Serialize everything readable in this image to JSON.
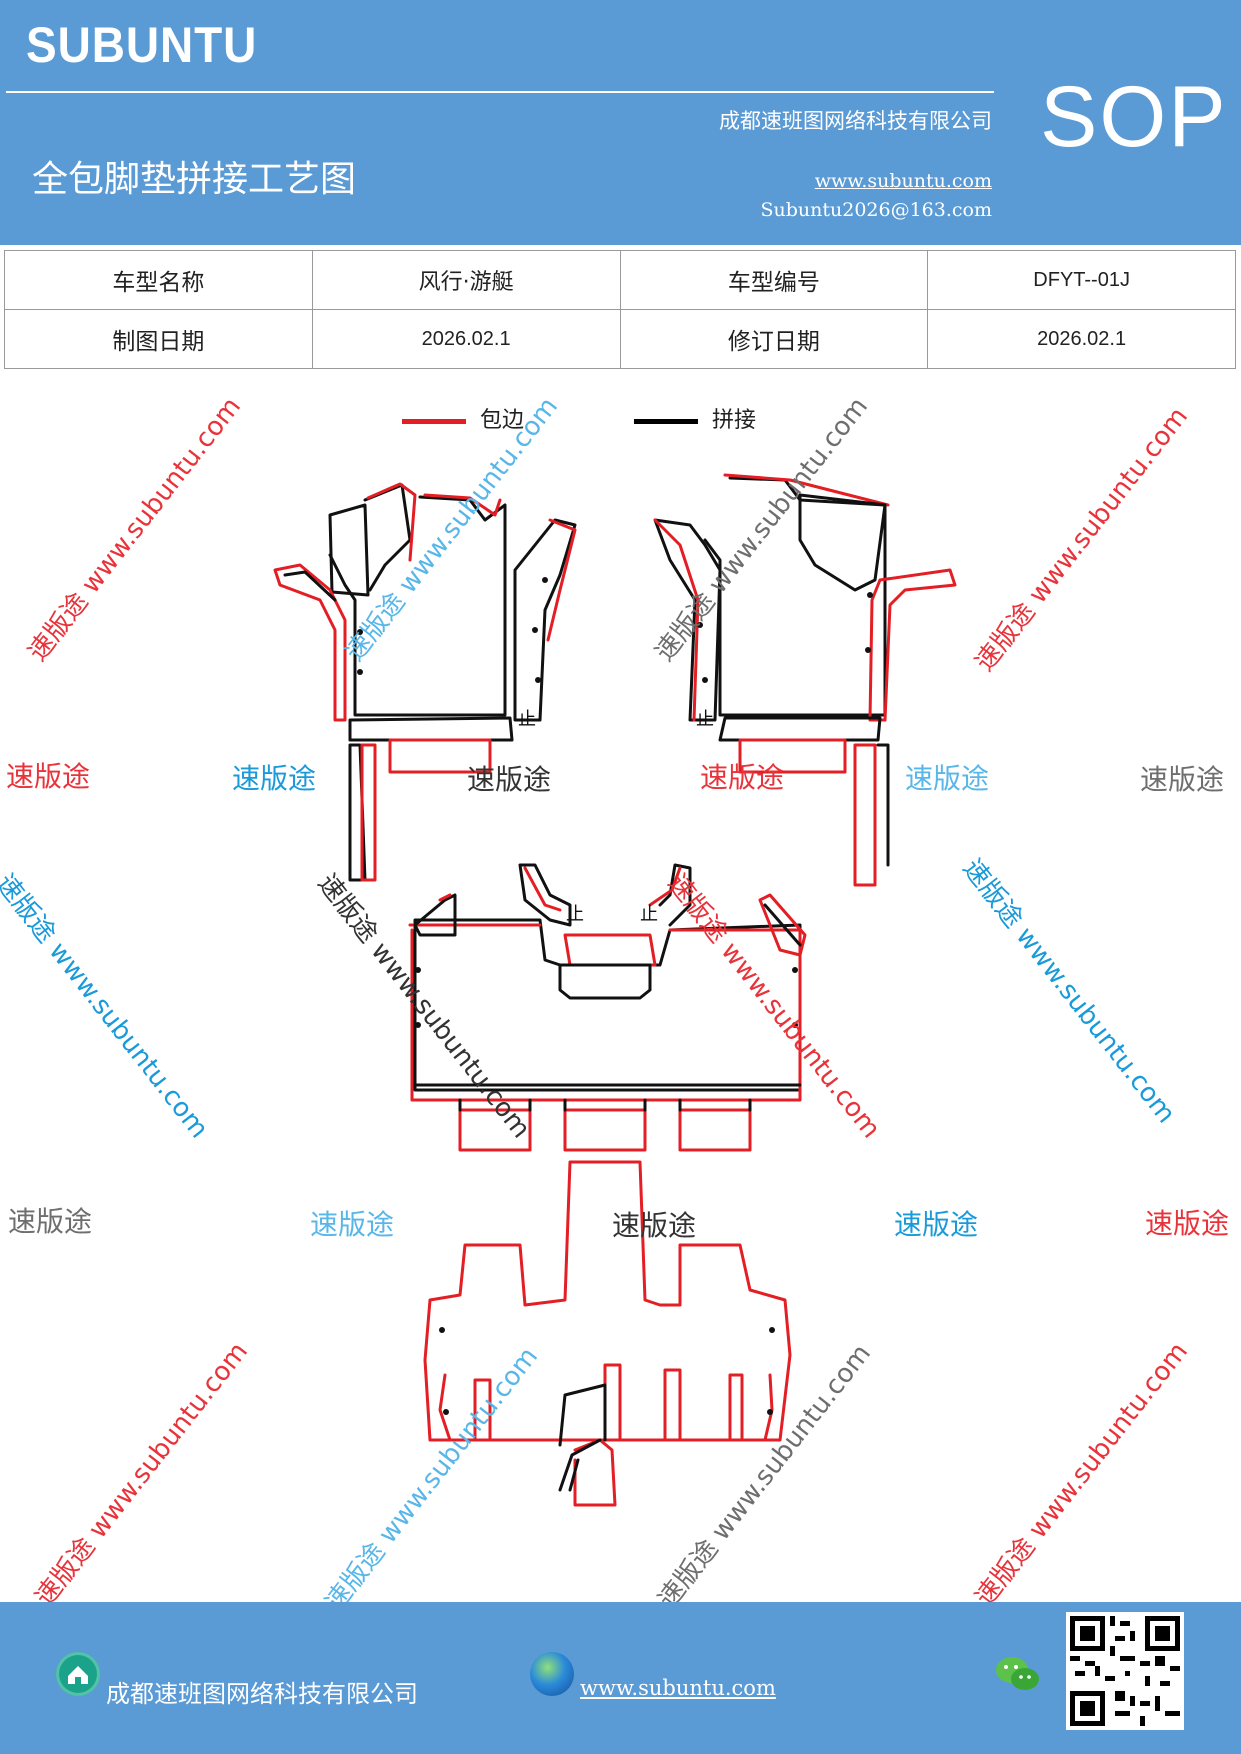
{
  "header": {
    "brand": "SUBUNTU",
    "company": "成都速班图网络科技有限公司",
    "title": "全包脚垫拼接工艺图",
    "url": "www.subuntu.com",
    "email": "Subuntu2026@163.com",
    "badge": "SOP"
  },
  "info_table": {
    "row1": {
      "label1": "车型名称",
      "value1": "风行·游艇",
      "label2": "车型编号",
      "value2": "DFYT--01J"
    },
    "row2": {
      "label1": "制图日期",
      "value1": "2026.02.1",
      "label2": "修订日期",
      "value2": "2026.02.1"
    }
  },
  "legend": {
    "edge": {
      "label": "包边",
      "color": "#e31e24"
    },
    "join": {
      "label": "拼接",
      "color": "#000000"
    }
  },
  "watermark": {
    "diag_text": "速版途 www.subuntu.com",
    "short_text": "速版途",
    "colors": {
      "red": "#e8333a",
      "blue": "#1a9ad9",
      "gray": "#6e6e6e",
      "light_blue": "#58b6e8",
      "dark": "#333333"
    }
  },
  "drawing": {
    "stroke_edge": "#e31e24",
    "stroke_join": "#111111",
    "markers": [
      "止",
      "止",
      "止",
      "止"
    ]
  },
  "footer": {
    "company": "成都速班图网络科技有限公司",
    "url": "www.subuntu.com ",
    "home_icon": "home-icon",
    "globe_icon": "globe-icon",
    "wechat_icon": "wechat-icon",
    "qr_icon": "qr-code"
  }
}
